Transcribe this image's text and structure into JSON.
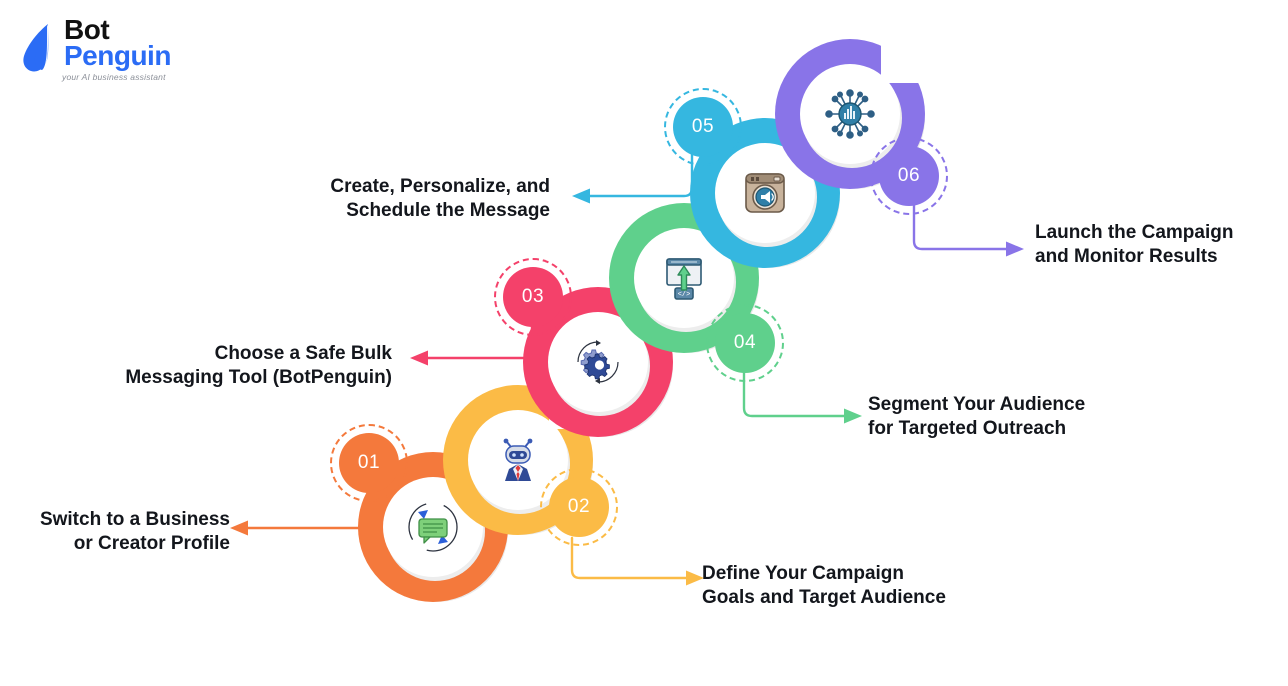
{
  "brand": {
    "name_top": "Bot",
    "name_bottom": "Penguin",
    "tagline": "your AI business assistant",
    "mark_icon": "penguin-logo-icon",
    "color_primary": "#2b6cf5",
    "color_dark": "#111111"
  },
  "steps": [
    {
      "number": "01",
      "label_line1": "Switch to a Business",
      "label_line2": "or Creator Profile",
      "color": "#F4793C",
      "badge_color": "#F4793C",
      "icon": "chat-refresh-icon",
      "arrow_direction": "left"
    },
    {
      "number": "02",
      "label_line1": "Define Your Campaign",
      "label_line2": "Goals and Target Audience",
      "color": "#FBBB46",
      "badge_color": "#FBBB46",
      "icon": "robot-assistant-icon",
      "arrow_direction": "right"
    },
    {
      "number": "03",
      "label_line1": "Choose a Safe Bulk",
      "label_line2": "Messaging Tool (BotPenguin)",
      "color": "#F4416A",
      "badge_color": "#F4416A",
      "icon": "gears-settings-icon",
      "arrow_direction": "left"
    },
    {
      "number": "04",
      "label_line1": "Segment Your Audience",
      "label_line2": "for Targeted Outreach",
      "color": "#5FD08C",
      "badge_color": "#5FD08C",
      "icon": "upload-deploy-icon",
      "arrow_direction": "right"
    },
    {
      "number": "05",
      "label_line1": "Create, Personalize, and",
      "label_line2": "Schedule the Message",
      "color": "#35B7E0",
      "badge_color": "#35B7E0",
      "icon": "instagram-megaphone-icon",
      "arrow_direction": "left"
    },
    {
      "number": "06",
      "label_line1": "Launch the Campaign",
      "label_line2": "and Monitor Results",
      "color": "#8974E8",
      "badge_color": "#8974E8",
      "icon": "network-analytics-icon",
      "arrow_direction": "right"
    }
  ]
}
